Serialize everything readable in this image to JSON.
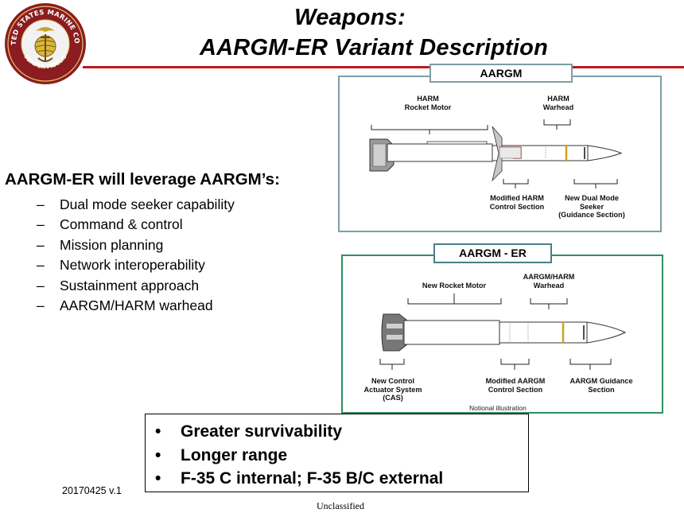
{
  "header": {
    "title_line1": "Weapons:",
    "title_line2": "AARGM-ER Variant Description",
    "seal_text_top": "UNITED STATES MARINE CORPS",
    "seal_text_bottom": "SEMPER FIDELIS",
    "accent_color": "#c0171c"
  },
  "leverage": {
    "heading": "AARGM-ER will leverage AARGM’s:",
    "dash": "–",
    "items": [
      "Dual mode seeker capability",
      "Command & control",
      "Mission planning",
      "Network interoperability",
      "Sustainment approach",
      "AARGM/HARM warhead"
    ]
  },
  "aargm_panel": {
    "tab_label": "AARGM",
    "labels": {
      "rocket_motor": "HARM\nRocket Motor",
      "warhead": "HARM\nWarhead",
      "control_section": "Modified HARM\nControl Section",
      "seeker": "New Dual Mode\nSeeker\n(Guidance Section)"
    }
  },
  "er_panel": {
    "tab_label": "AARGM - ER",
    "labels": {
      "rocket_motor": "New Rocket Motor",
      "warhead": "AARGM/HARM\nWarhead",
      "cas": "New Control\nActuator System\n(CAS)",
      "control_section": "Modified AARGM\nControl Section",
      "guidance": "AARGM Guidance\nSection"
    },
    "note": "Notional illustration"
  },
  "benefits": {
    "bullet": "•",
    "items": [
      "Greater survivability",
      "Longer range",
      "F-35 C internal; F-35 B/C external"
    ]
  },
  "footer": {
    "version": "20170425 v.1",
    "classification": "Unclassified"
  }
}
